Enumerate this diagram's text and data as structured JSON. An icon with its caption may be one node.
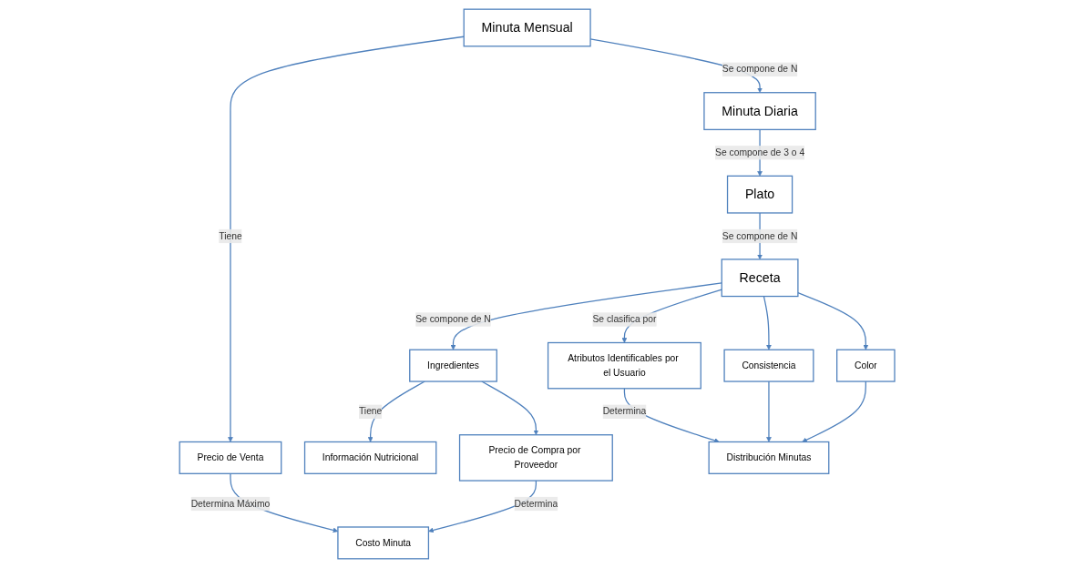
{
  "diagram": {
    "nodes": [
      {
        "text": [
          "Precio de Venta"
        ]
      },
      {
        "text": [
          "Minuta Mensual"
        ]
      },
      {
        "text": [
          "Minuta Diaria"
        ]
      },
      {
        "text": [
          "Receta"
        ]
      },
      {
        "text": [
          "Plato"
        ]
      },
      {
        "text": [
          "Ingredientes"
        ]
      },
      {
        "text": [
          "Atributos Identificables por el Usuario"
        ]
      },
      {
        "text": [
          "Consistencia"
        ]
      },
      {
        "text": [
          "Información Nutricional"
        ]
      },
      {
        "text": [
          "Precio de Compra por Proveedor"
        ]
      },
      {
        "text": [
          "Distribución Minutas"
        ]
      },
      {
        "text": [
          "Color"
        ]
      },
      {
        "text": [
          "Costo Minuta"
        ]
      }
    ],
    "edges": [
      {
        "from": 1,
        "to": 0,
        "arrow": "to",
        "label": "Tiene"
      },
      {
        "from": 1,
        "to": 2,
        "arrow": "to",
        "label": "Se compone de N"
      },
      {
        "from": 2,
        "to": 4,
        "arrow": "to",
        "label": "Se compone de 3 o 4"
      },
      {
        "from": 4,
        "to": 3,
        "arrow": "to",
        "label": "Se compone de N"
      },
      {
        "from": 3,
        "to": 5,
        "arrow": "to",
        "label": "Se compone de N"
      },
      {
        "from": 3,
        "to": 6,
        "arrow": "to",
        "label": "Se clasifica por"
      },
      {
        "from": 3,
        "to": 7,
        "arrow": "to"
      },
      {
        "from": 3,
        "to": 11,
        "arrow": "to"
      },
      {
        "from": 5,
        "to": 8,
        "arrow": "to",
        "label": "Tiene"
      },
      {
        "from": 5,
        "to": 9,
        "arrow": "to"
      },
      {
        "from": 9,
        "to": 12,
        "arrow": "to",
        "label": "Determina"
      },
      {
        "from": 0,
        "to": 12,
        "arrow": "to",
        "label": "Determina Máximo"
      },
      {
        "from": 6,
        "to": 10,
        "arrow": "to",
        "label": "Determina"
      },
      {
        "from": 7,
        "to": 10,
        "arrow": "to"
      },
      {
        "from": 11,
        "to": 10,
        "arrow": "to"
      }
    ]
  }
}
